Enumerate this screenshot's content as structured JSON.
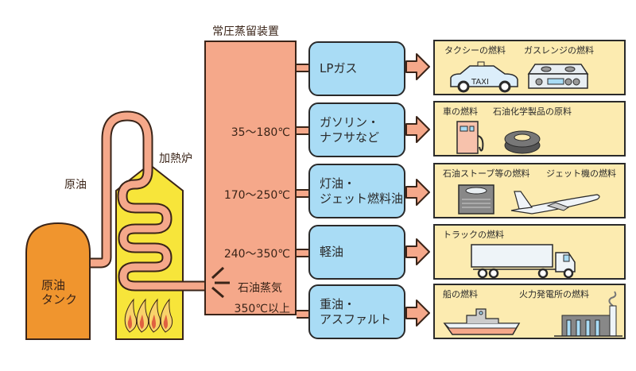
{
  "diagram": {
    "title": "常圧蒸留装置",
    "labels": {
      "crude_oil": "原油",
      "furnace": "加熱炉",
      "tank": "原油タンク",
      "tank_line1": "原油",
      "tank_line2": "タンク",
      "petroleum_vapor": "石油蒸気"
    },
    "colors": {
      "column": "#f5a88a",
      "tank": "#f0952e",
      "furnace": "#f7e53a",
      "product_box": "#a9dcf5",
      "use_box": "#fcebb0",
      "outline": "#3a2418"
    },
    "fractions": [
      {
        "temperature": "",
        "product_line1": "LPガス",
        "product_line2": "",
        "uses": [
          {
            "label": "タクシーの燃料",
            "icon": "taxi-icon",
            "icon_text": "TAXI"
          },
          {
            "label": "ガスレンジの燃料",
            "icon": "gas-stove-icon"
          }
        ]
      },
      {
        "temperature": "35〜180℃",
        "product_line1": "ガソリン・",
        "product_line2": "ナフサなど",
        "uses": [
          {
            "label": "車の燃料",
            "icon": "fuel-pump-icon"
          },
          {
            "label": "石油化学製品の原料",
            "icon": "tire-icon"
          }
        ]
      },
      {
        "temperature": "170〜250℃",
        "product_line1": "灯油・",
        "product_line2": "ジェット燃料油",
        "uses": [
          {
            "label": "石油ストーブ等の燃料",
            "icon": "oil-heater-icon"
          },
          {
            "label": "ジェット機の燃料",
            "icon": "airplane-icon"
          }
        ]
      },
      {
        "temperature": "240〜350℃",
        "product_line1": "軽油",
        "product_line2": "",
        "uses": [
          {
            "label": "トラックの燃料",
            "icon": "truck-icon"
          }
        ]
      },
      {
        "temperature": "350℃以上",
        "product_line1": "重油・",
        "product_line2": "アスファルト",
        "uses": [
          {
            "label": "船の燃料",
            "icon": "ship-icon"
          },
          {
            "label": "火力発電所の燃料",
            "icon": "power-plant-icon"
          }
        ]
      }
    ]
  }
}
